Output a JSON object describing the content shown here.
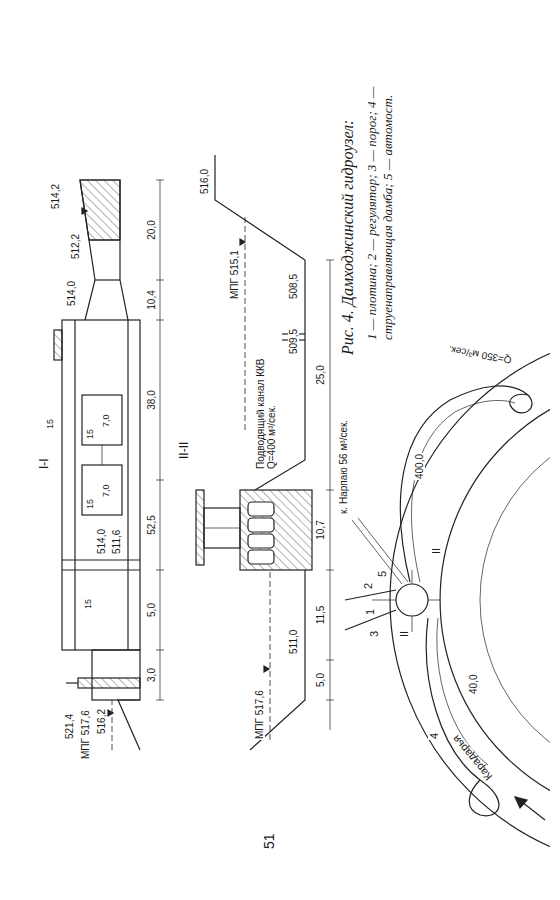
{
  "diagram": {
    "title": "Рис. 4. Дамходжинский гидроузел:",
    "caption": "1 — плотина; 2 — регулятор; 3 — порог; 4 — струенаправляющая дамба; 5 — автомост.",
    "labels": [
      "I-I",
      "521,4",
      "МПГ 517,6",
      "516,2",
      "15",
      "15",
      "15",
      "7,0",
      "15",
      "7,0",
      "514,0",
      "511,6",
      "514,0",
      "512,2",
      "514,2",
      "3,0",
      "5,0",
      "52,5",
      "38,0",
      "10,4",
      "20,0",
      "II-II",
      "МПГ 517,6",
      "511,0",
      "Подводящий канал ККВ Q=400 м³/сек.",
      "516,0",
      "МПГ 515,1",
      "509,5",
      "508,5",
      "5,0",
      "11,5",
      "10,7",
      "25,0",
      "к. Нарпаю 56 м³/сек.",
      "3",
      "1",
      "2",
      "5",
      "II",
      "II",
      "Карадарья",
      "40,0",
      "400,0",
      "Q=350 м³/сек.",
      "4",
      "51"
    ]
  }
}
